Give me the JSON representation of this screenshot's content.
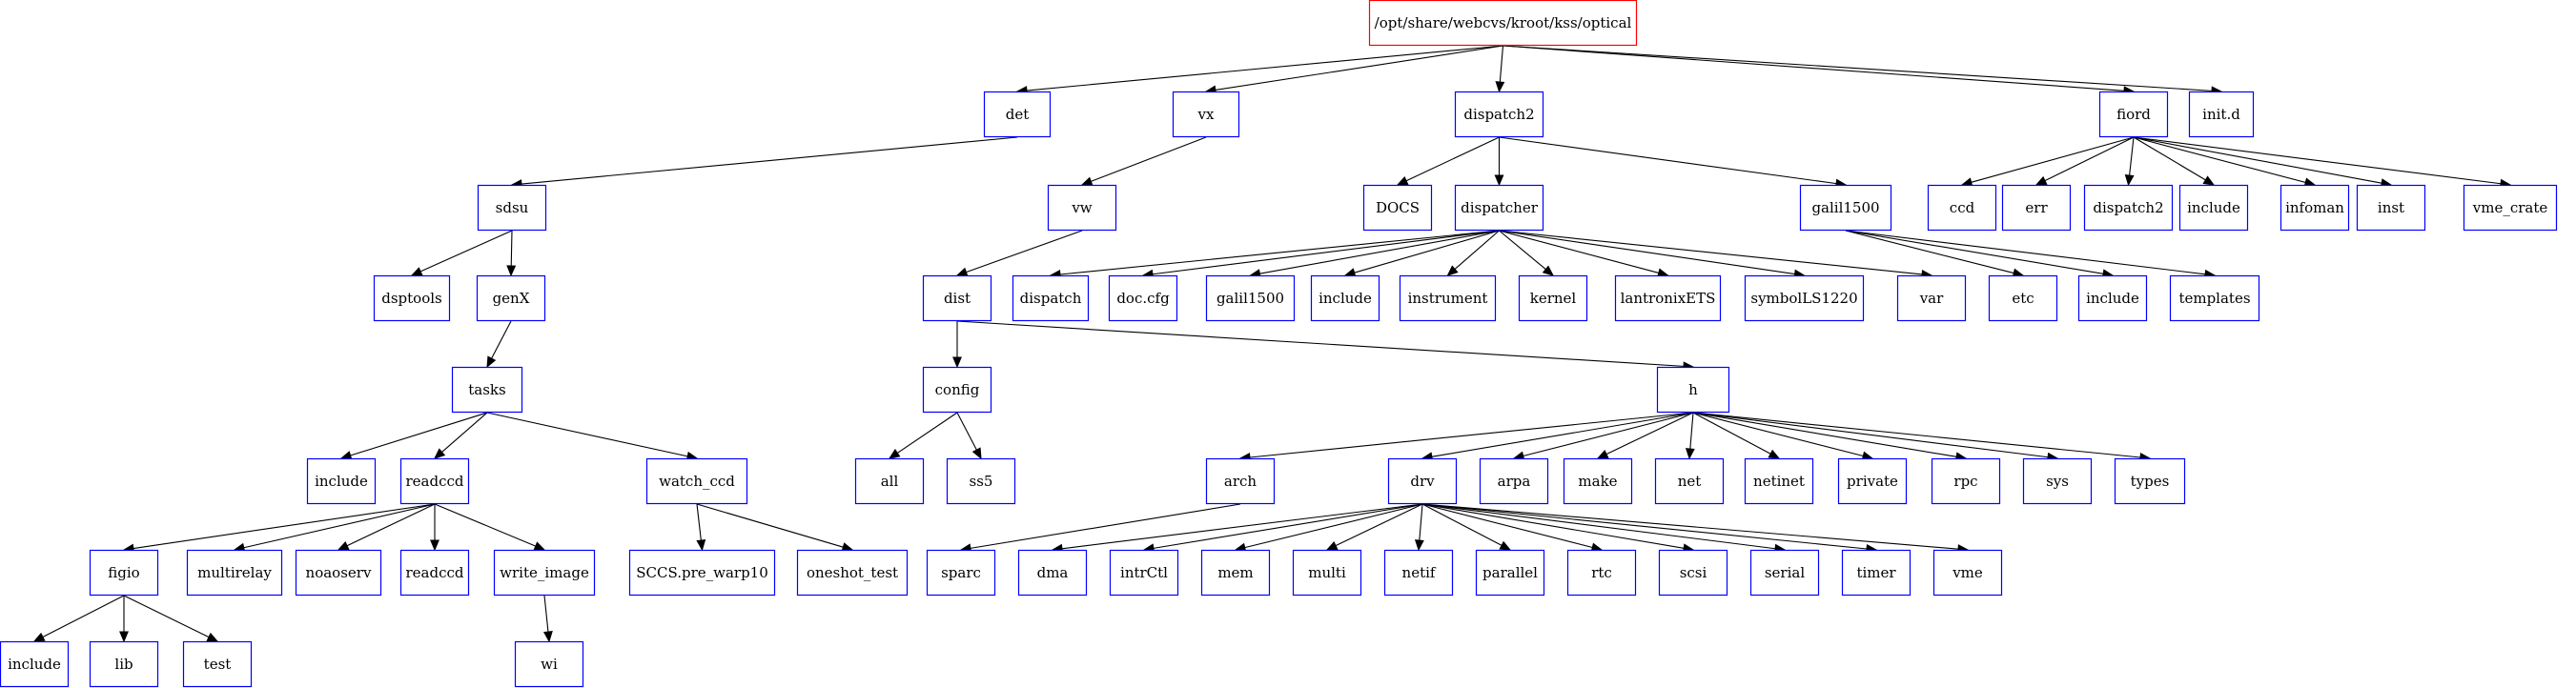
{
  "colors": {
    "node_border": "#0000ff",
    "root_border": "#ff0000",
    "edge": "#000000",
    "text": "#000000"
  },
  "nodes": [
    {
      "id": "root",
      "label": "/opt/share/webcvs/kroot/kss/optical",
      "root": true
    },
    {
      "id": "det",
      "label": "det"
    },
    {
      "id": "vx",
      "label": "vx"
    },
    {
      "id": "dispatch2",
      "label": "dispatch2"
    },
    {
      "id": "fiord",
      "label": "fiord"
    },
    {
      "id": "initd",
      "label": "init.d"
    },
    {
      "id": "sdsu",
      "label": "sdsu"
    },
    {
      "id": "vw",
      "label": "vw"
    },
    {
      "id": "docs",
      "label": "DOCS"
    },
    {
      "id": "dispatcher",
      "label": "dispatcher"
    },
    {
      "id": "galil1500a",
      "label": "galil1500"
    },
    {
      "id": "ccd",
      "label": "ccd"
    },
    {
      "id": "err",
      "label": "err"
    },
    {
      "id": "fdispatch2",
      "label": "dispatch2"
    },
    {
      "id": "finclude",
      "label": "include"
    },
    {
      "id": "infoman",
      "label": "infoman"
    },
    {
      "id": "inst",
      "label": "inst"
    },
    {
      "id": "vmecrate",
      "label": "vme_crate"
    },
    {
      "id": "dsptools",
      "label": "dsptools"
    },
    {
      "id": "genx",
      "label": "genX"
    },
    {
      "id": "dist",
      "label": "dist"
    },
    {
      "id": "ddispatch",
      "label": "dispatch"
    },
    {
      "id": "doccfg",
      "label": "doc.cfg"
    },
    {
      "id": "dgalil1500",
      "label": "galil1500"
    },
    {
      "id": "dinclude",
      "label": "include"
    },
    {
      "id": "instrument",
      "label": "instrument"
    },
    {
      "id": "kernel",
      "label": "kernel"
    },
    {
      "id": "lantronix",
      "label": "lantronixETS"
    },
    {
      "id": "symbol",
      "label": "symbolLS1220"
    },
    {
      "id": "var",
      "label": "var"
    },
    {
      "id": "etc",
      "label": "etc"
    },
    {
      "id": "ginclude",
      "label": "include"
    },
    {
      "id": "templates",
      "label": "templates"
    },
    {
      "id": "tasks",
      "label": "tasks"
    },
    {
      "id": "config",
      "label": "config"
    },
    {
      "id": "h",
      "label": "h"
    },
    {
      "id": "tinclude",
      "label": "include"
    },
    {
      "id": "readccd",
      "label": "readccd"
    },
    {
      "id": "watchccd",
      "label": "watch_ccd"
    },
    {
      "id": "all",
      "label": "all"
    },
    {
      "id": "ss5",
      "label": "ss5"
    },
    {
      "id": "arch",
      "label": "arch"
    },
    {
      "id": "drv",
      "label": "drv"
    },
    {
      "id": "arpa",
      "label": "arpa"
    },
    {
      "id": "make",
      "label": "make"
    },
    {
      "id": "net",
      "label": "net"
    },
    {
      "id": "netinet",
      "label": "netinet"
    },
    {
      "id": "private",
      "label": "private"
    },
    {
      "id": "rpc",
      "label": "rpc"
    },
    {
      "id": "sys",
      "label": "sys"
    },
    {
      "id": "types",
      "label": "types"
    },
    {
      "id": "figio",
      "label": "figio"
    },
    {
      "id": "multirelay",
      "label": "multirelay"
    },
    {
      "id": "noaoserv",
      "label": "noaoserv"
    },
    {
      "id": "rreadccd",
      "label": "readccd"
    },
    {
      "id": "writeimage",
      "label": "write_image"
    },
    {
      "id": "sccs",
      "label": "SCCS.pre_warp10"
    },
    {
      "id": "oneshot",
      "label": "oneshot_test"
    },
    {
      "id": "sparc",
      "label": "sparc"
    },
    {
      "id": "dma",
      "label": "dma"
    },
    {
      "id": "intrctl",
      "label": "intrCtl"
    },
    {
      "id": "mem",
      "label": "mem"
    },
    {
      "id": "multi",
      "label": "multi"
    },
    {
      "id": "netif",
      "label": "netif"
    },
    {
      "id": "parallel",
      "label": "parallel"
    },
    {
      "id": "rtc",
      "label": "rtc"
    },
    {
      "id": "scsi",
      "label": "scsi"
    },
    {
      "id": "serial",
      "label": "serial"
    },
    {
      "id": "timer",
      "label": "timer"
    },
    {
      "id": "vme",
      "label": "vme"
    },
    {
      "id": "iinclude",
      "label": "include"
    },
    {
      "id": "lib",
      "label": "lib"
    },
    {
      "id": "test",
      "label": "test"
    },
    {
      "id": "wi",
      "label": "wi"
    }
  ],
  "edges": [
    [
      "root",
      "det"
    ],
    [
      "root",
      "vx"
    ],
    [
      "root",
      "dispatch2"
    ],
    [
      "root",
      "fiord"
    ],
    [
      "root",
      "initd"
    ],
    [
      "det",
      "sdsu"
    ],
    [
      "vx",
      "vw"
    ],
    [
      "dispatch2",
      "docs"
    ],
    [
      "dispatch2",
      "dispatcher"
    ],
    [
      "dispatch2",
      "galil1500a"
    ],
    [
      "fiord",
      "ccd"
    ],
    [
      "fiord",
      "err"
    ],
    [
      "fiord",
      "fdispatch2"
    ],
    [
      "fiord",
      "finclude"
    ],
    [
      "fiord",
      "infoman"
    ],
    [
      "fiord",
      "inst"
    ],
    [
      "fiord",
      "vmecrate"
    ],
    [
      "sdsu",
      "dsptools"
    ],
    [
      "sdsu",
      "genx"
    ],
    [
      "vw",
      "dist"
    ],
    [
      "dispatcher",
      "ddispatch"
    ],
    [
      "dispatcher",
      "doccfg"
    ],
    [
      "dispatcher",
      "dgalil1500"
    ],
    [
      "dispatcher",
      "dinclude"
    ],
    [
      "dispatcher",
      "instrument"
    ],
    [
      "dispatcher",
      "kernel"
    ],
    [
      "dispatcher",
      "lantronix"
    ],
    [
      "dispatcher",
      "symbol"
    ],
    [
      "dispatcher",
      "var"
    ],
    [
      "galil1500a",
      "etc"
    ],
    [
      "galil1500a",
      "ginclude"
    ],
    [
      "galil1500a",
      "templates"
    ],
    [
      "genx",
      "tasks"
    ],
    [
      "dist",
      "config"
    ],
    [
      "dist",
      "h"
    ],
    [
      "tasks",
      "tinclude"
    ],
    [
      "tasks",
      "readccd"
    ],
    [
      "tasks",
      "watchccd"
    ],
    [
      "config",
      "all"
    ],
    [
      "config",
      "ss5"
    ],
    [
      "h",
      "arch"
    ],
    [
      "h",
      "drv"
    ],
    [
      "h",
      "arpa"
    ],
    [
      "h",
      "make"
    ],
    [
      "h",
      "net"
    ],
    [
      "h",
      "netinet"
    ],
    [
      "h",
      "private"
    ],
    [
      "h",
      "rpc"
    ],
    [
      "h",
      "sys"
    ],
    [
      "h",
      "types"
    ],
    [
      "readccd",
      "figio"
    ],
    [
      "readccd",
      "multirelay"
    ],
    [
      "readccd",
      "noaoserv"
    ],
    [
      "readccd",
      "rreadccd"
    ],
    [
      "readccd",
      "writeimage"
    ],
    [
      "watchccd",
      "sccs"
    ],
    [
      "watchccd",
      "oneshot"
    ],
    [
      "arch",
      "sparc"
    ],
    [
      "drv",
      "dma"
    ],
    [
      "drv",
      "intrctl"
    ],
    [
      "drv",
      "mem"
    ],
    [
      "drv",
      "multi"
    ],
    [
      "drv",
      "netif"
    ],
    [
      "drv",
      "parallel"
    ],
    [
      "drv",
      "rtc"
    ],
    [
      "drv",
      "scsi"
    ],
    [
      "drv",
      "serial"
    ],
    [
      "drv",
      "timer"
    ],
    [
      "drv",
      "vme"
    ],
    [
      "figio",
      "iinclude"
    ],
    [
      "figio",
      "lib"
    ],
    [
      "figio",
      "test"
    ],
    [
      "writeimage",
      "wi"
    ]
  ]
}
